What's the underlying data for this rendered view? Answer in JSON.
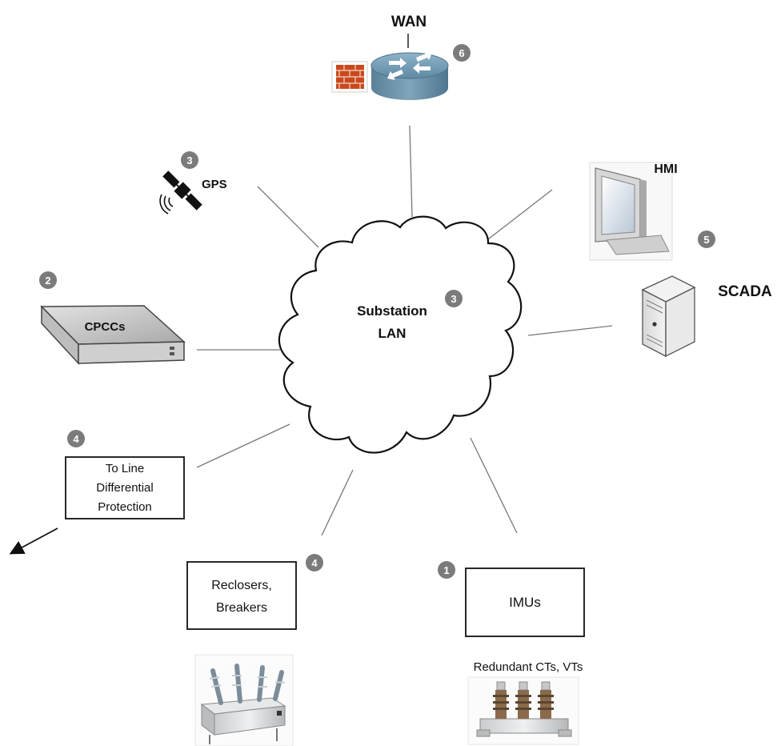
{
  "wan": {
    "label": "WAN",
    "badge": "6"
  },
  "gps": {
    "label": "GPS",
    "badge": "3"
  },
  "hmi": {
    "label": "HMI"
  },
  "scada": {
    "label": "SCADA",
    "badge": "5"
  },
  "cpccs": {
    "label": "CPCCs",
    "badge": "2"
  },
  "lan": {
    "line1": "Substation",
    "line2": "LAN",
    "badge": "3"
  },
  "line_diff": {
    "line1": "To Line",
    "line2": "Differential",
    "line3": "Protection",
    "badge": "4"
  },
  "reclosers": {
    "line1": "Reclosers,",
    "line2": "Breakers",
    "badge": "4"
  },
  "imus": {
    "label": "IMUs",
    "badge": "1",
    "caption": "Redundant CTs, VTs"
  },
  "icons": [
    "router-icon",
    "firewall-icon",
    "satellite-icon",
    "monitor-icon",
    "server-tower-icon",
    "network-appliance-icon",
    "recloser-image",
    "instrument-transformer-image",
    "arrow-icon"
  ]
}
